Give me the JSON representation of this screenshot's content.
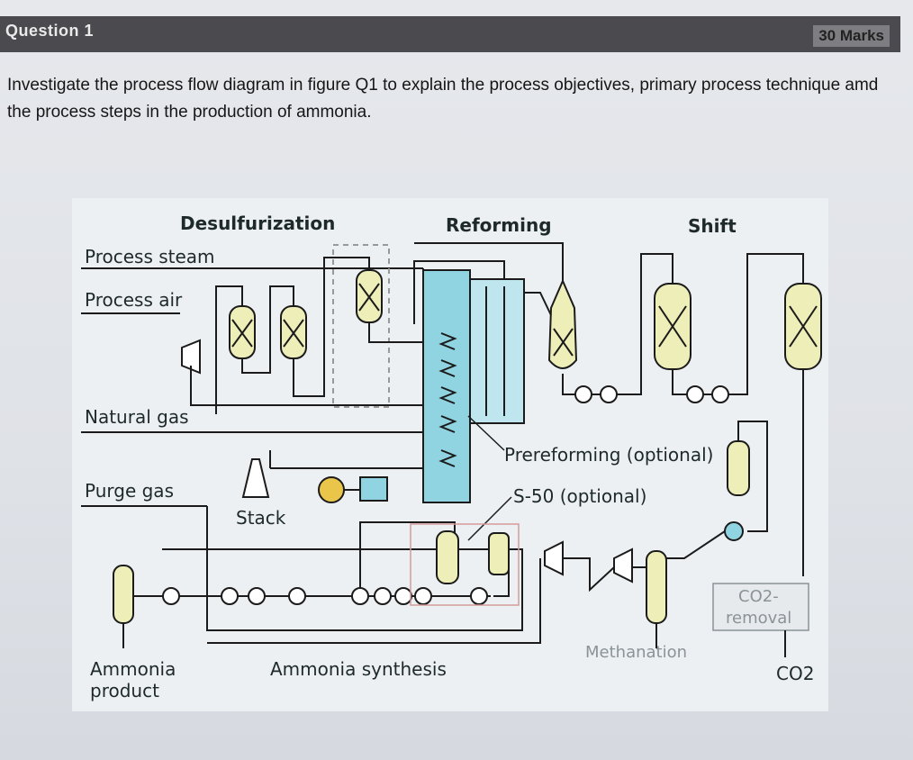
{
  "header": {
    "question_label": "Question 1",
    "marks_label": "30 Marks"
  },
  "question": {
    "text": "Investigate the process flow diagram in figure Q1 to explain the process objectives, primary process technique amd the process steps in the production of ammonia."
  },
  "diagram": {
    "section_desulfurization": "Desulfurization",
    "section_reforming": "Reforming",
    "section_shift": "Shift",
    "label_process_steam": "Process steam",
    "label_process_air": "Process air",
    "label_natural_gas": "Natural gas",
    "label_purge_gas": "Purge gas",
    "label_stack": "Stack",
    "label_prereforming": "Prereforming (optional)",
    "label_s50": "S-50 (optional)",
    "label_co2_removal_1": "CO2-",
    "label_co2_removal_2": "removal",
    "label_methanation": "Methanation",
    "label_ammonia_product_1": "Ammonia",
    "label_ammonia_product_2": "product",
    "label_ammonia_synthesis": "Ammonia synthesis",
    "label_co2_out": "CO2",
    "colors": {
      "vessel_fill": "#eeeeb8",
      "reformer_fill": "#8fd4e0",
      "line": "#1b1b1b",
      "pump_fill": "#e9c64a"
    }
  }
}
